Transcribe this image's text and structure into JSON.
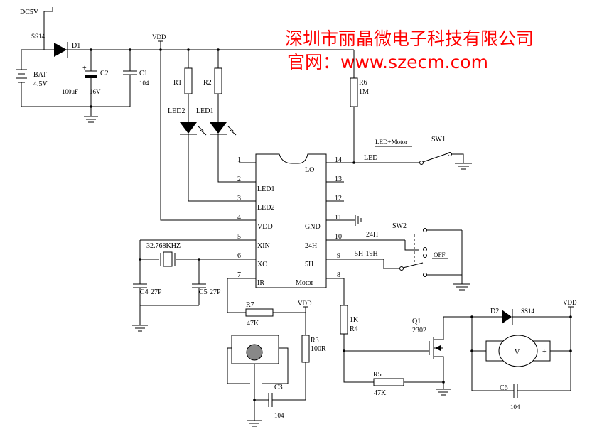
{
  "header": {
    "company": "深圳市丽晶微电子科技有限公司",
    "website": "官网：www.szecm.com"
  },
  "power": {
    "dc5v": "DC5V",
    "vdd_top": "VDD",
    "vdd_r3": "VDD",
    "vdd_motor": "VDD",
    "bat_label": "BAT",
    "bat_voltage": "4.5V"
  },
  "components": {
    "d1_part": "SS14",
    "d1_ref": "D1",
    "c2_ref": "C2",
    "c2_value": "100uF",
    "c2_voltage": "16V",
    "c1_ref": "C1",
    "c1_value": "104",
    "r1": "R1",
    "r2": "R2",
    "led2": "LED2",
    "led1": "LED1",
    "r6_ref": "R6",
    "r6_value": "1M",
    "crystal": "32.768KHZ",
    "c4": "C4",
    "c4_value": "27P",
    "c5": "C5",
    "c5_value": "27P",
    "r7_ref": "R7",
    "r7_value": "47K",
    "r3_ref": "R3",
    "r3_value": "100R",
    "c3_ref": "C3",
    "c3_value": "104",
    "r4_value": "1K",
    "r4_ref": "R4",
    "r5_ref": "R5",
    "r5_value": "47K",
    "q1_ref": "Q1",
    "q1_part": "2302",
    "d2_ref": "D2",
    "d2_part": "SS14",
    "c6_ref": "C6",
    "c6_value": "104",
    "motor_symbol": "V",
    "motor_minus": "-",
    "motor_plus": "+"
  },
  "switches": {
    "sw1": "SW1",
    "sw1_label": "LED+Motor",
    "sw2": "SW2",
    "off": "OFF"
  },
  "nets": {
    "led": "LED",
    "h24": "24H",
    "h5_19": "5H-19H"
  },
  "ic": {
    "left_pins": [
      {
        "num": "1",
        "name": ""
      },
      {
        "num": "2",
        "name": "LED1"
      },
      {
        "num": "3",
        "name": "LED2"
      },
      {
        "num": "4",
        "name": "VDD"
      },
      {
        "num": "5",
        "name": "XIN"
      },
      {
        "num": "6",
        "name": "XO"
      },
      {
        "num": "7",
        "name": "IR"
      }
    ],
    "right_pins": [
      {
        "num": "14",
        "name": "LO"
      },
      {
        "num": "13",
        "name": ""
      },
      {
        "num": "12",
        "name": ""
      },
      {
        "num": "11",
        "name": "GND"
      },
      {
        "num": "10",
        "name": "24H"
      },
      {
        "num": "9",
        "name": "5H"
      },
      {
        "num": "8",
        "name": "Motor"
      }
    ]
  }
}
